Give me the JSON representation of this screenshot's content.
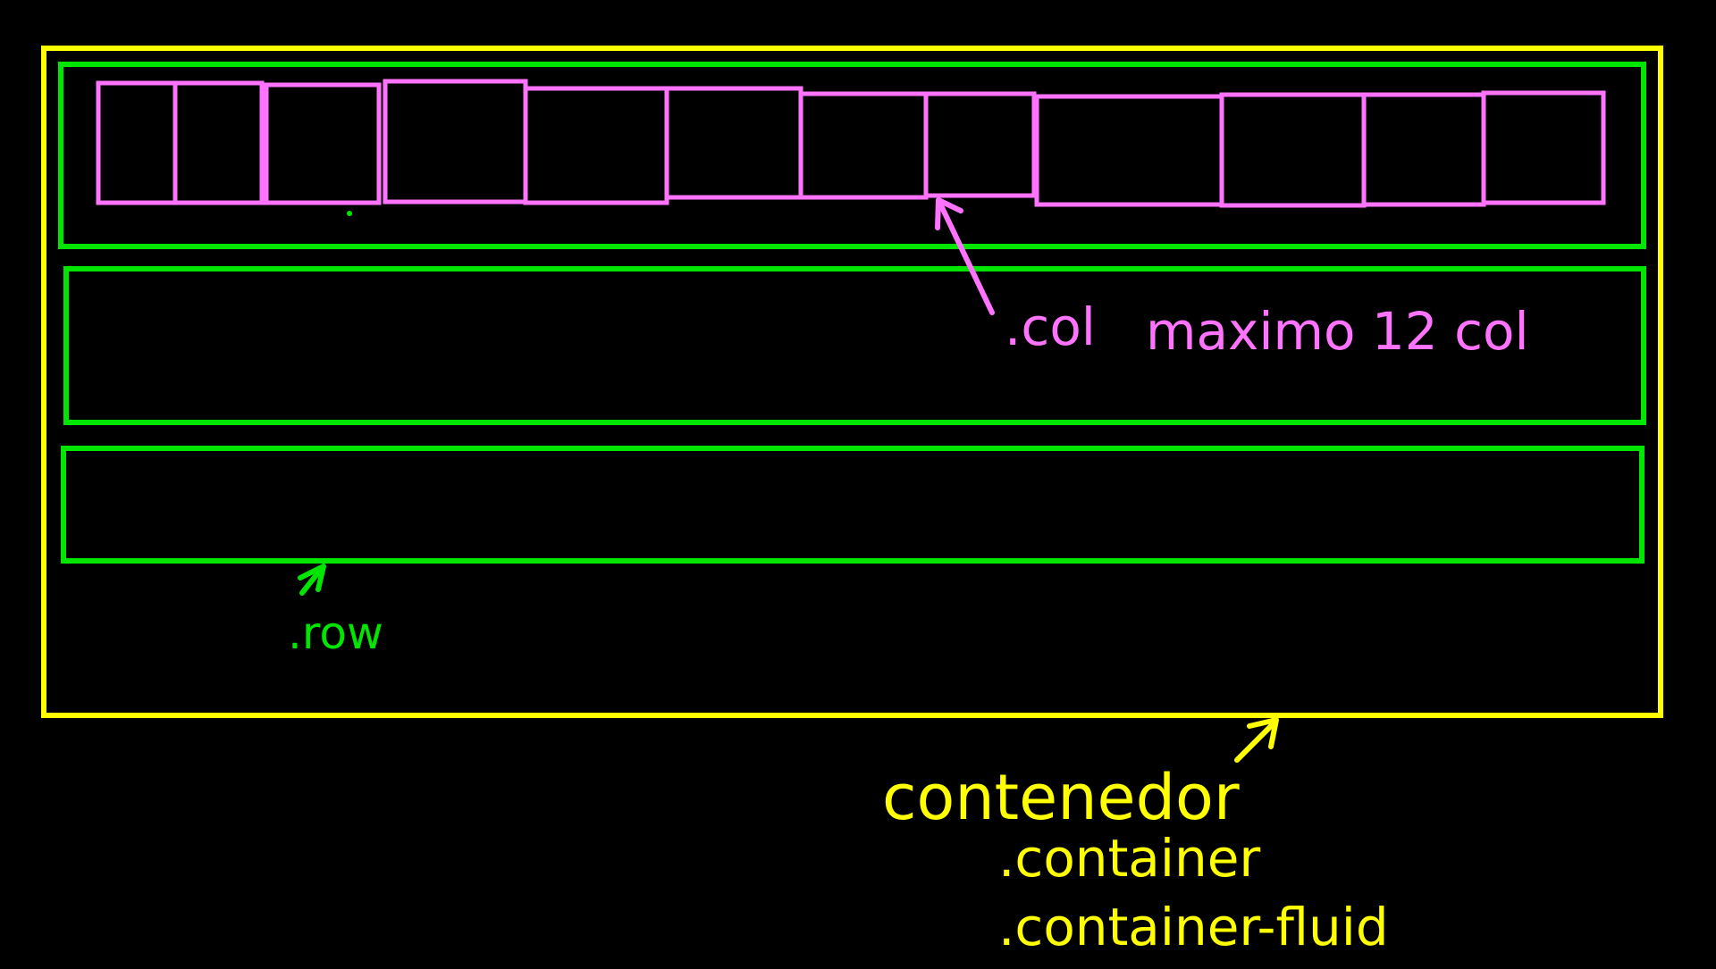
{
  "colors": {
    "background": "#000000",
    "container": "#ffff00",
    "row": "#00e600",
    "col": "#ff73ff"
  },
  "labels": {
    "col_class": ".col",
    "col_max": "maximo 12 col",
    "row_class": ".row",
    "container_title": "contenedor",
    "container_class": ".container",
    "container_fluid_class": ".container-fluid"
  }
}
